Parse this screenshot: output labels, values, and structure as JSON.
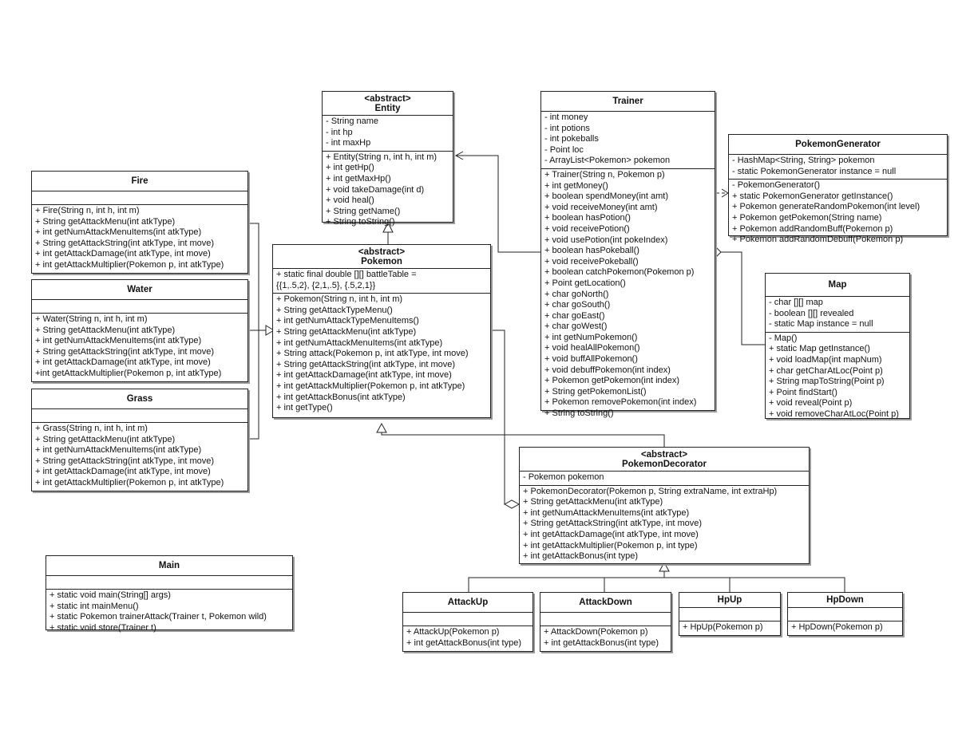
{
  "classes": {
    "entity": {
      "stereotype": "<abstract>",
      "name": "Entity",
      "attributes": [
        "- String name",
        "- int hp",
        "- int maxHp"
      ],
      "methods": [
        "+ Entity(String n, int h, int m)",
        "+ int getHp()",
        "+ int getMaxHp()",
        "+ void takeDamage(int d)",
        "+ void heal()",
        "+ String getName()",
        "+ String toString()"
      ]
    },
    "trainer": {
      "stereotype": "",
      "name": "Trainer",
      "attributes": [
        "- int money",
        "- int potions",
        "- int pokeballs",
        "- Point loc",
        "- ArrayList<Pokemon> pokemon"
      ],
      "methods": [
        "+ Trainer(String n, Pokemon p)",
        "+ int getMoney()",
        "+ boolean spendMoney(int amt)",
        "+ void receiveMoney(int amt)",
        "+ boolean hasPotion()",
        "+ void receivePotion()",
        "+ void usePotion(int pokeIndex)",
        "+ boolean hasPokeball()",
        "+ void receivePokeball()",
        "+ boolean catchPokemon(Pokemon p)",
        "+ Point getLocation()",
        "+ char goNorth()",
        "+ char goSouth()",
        "+ char goEast()",
        "+ char goWest()",
        "+ int getNumPokemon()",
        "+ void healAllPokemon()",
        "+ void buffAllPokemon()",
        "+ void debuffPokemon(int index)",
        "+ Pokemon getPokemon(int index)",
        "+ String getPokemonList()",
        "+ Pokemon removePokemon(int index)",
        "+ String toString()"
      ]
    },
    "generator": {
      "stereotype": "",
      "name": "PokemonGenerator",
      "attributes": [
        "- HashMap<String, String> pokemon",
        "- static PokemonGenerator instance = null"
      ],
      "methods": [
        "- PokemonGenerator()",
        "+ static PokemonGenerator getInstance()",
        "+ Pokemon generateRandomPokemon(int level)",
        "+ Pokemon getPokemon(String name)",
        "+ Pokemon addRandomBuff(Pokemon p)",
        "+ Pokemon addRandomDebuff(Pokemon p)"
      ]
    },
    "map": {
      "stereotype": "",
      "name": "Map",
      "attributes": [
        "- char [][] map",
        "- boolean [][] revealed",
        "- static Map instance = null"
      ],
      "methods": [
        "- Map()",
        "+ static Map getInstance()",
        "+ void loadMap(int mapNum)",
        "+ char getCharAtLoc(Point p)",
        "+ String mapToString(Point p)",
        "+ Point findStart()",
        "+ void reveal(Point p)",
        "+ void removeCharAtLoc(Point p)"
      ]
    },
    "fire": {
      "stereotype": "",
      "name": "Fire",
      "attributes": [],
      "methods": [
        "+ Fire(String n, int h, int m)",
        "+ String getAttackMenu(int atkType)",
        "+ int getNumAttackMenuItems(int atkType)",
        "+ String getAttackString(int atkType, int move)",
        "+ int getAttackDamage(int atkType, int move)",
        "+ int getAttackMultiplier(Pokemon p, int atkType)"
      ]
    },
    "water": {
      "stereotype": "",
      "name": "Water",
      "attributes": [],
      "methods": [
        "+ Water(String n, int h, int m)",
        "+ String getAttackMenu(int atkType)",
        "+ int getNumAttackMenuItems(int atkType)",
        "+ String getAttackString(int atkType, int move)",
        "+ int getAttackDamage(int atkType, int move)",
        "+int getAttackMultiplier(Pokemon p, int atkType)"
      ]
    },
    "grass": {
      "stereotype": "",
      "name": "Grass",
      "attributes": [],
      "methods": [
        "+ Grass(String n, int h, int m)",
        "+ String getAttackMenu(int atkType)",
        "+ int getNumAttackMenuItems(int atkType)",
        "+ String getAttackString(int atkType, int move)",
        "+ int getAttackDamage(int atkType, int move)",
        "+ int getAttackMultiplier(Pokemon p, int atkType)"
      ]
    },
    "pokemon": {
      "stereotype": "<abstract>",
      "name": "Pokemon",
      "attributes": [
        "+ static final double [][] battleTable =",
        "{{1,.5,2}, {2,1,.5}, {.5,2,1}}"
      ],
      "methods": [
        "+ Pokemon(String n, int h, int m)",
        "+ String getAttackTypeMenu()",
        "+ int getNumAttackTypeMenuItems()",
        "+ String getAttackMenu(int atkType)",
        "+ int getNumAttackMenuItems(int atkType)",
        "+ String attack(Pokemon p, int atkType, int move)",
        "+ String getAttackString(int atkType, int move)",
        "+ int getAttackDamage(int atkType, int move)",
        "+ int getAttackMultiplier(Pokemon p, int atkType)",
        "+ int getAttackBonus(int atkType)",
        "+ int getType()"
      ]
    },
    "decorator": {
      "stereotype": "<abstract>",
      "name": "PokemonDecorator",
      "attributes": [
        "- Pokemon pokemon"
      ],
      "methods": [
        "+ PokemonDecorator(Pokemon p, String extraName, int extraHp)",
        "+ String getAttackMenu(int atkType)",
        "+ int getNumAttackMenuItems(int atkType)",
        "+ String getAttackString(int atkType, int move)",
        "+ int getAttackDamage(int atkType, int move)",
        "+ int getAttackMultiplier(Pokemon p, int type)",
        "+ int getAttackBonus(int type)"
      ]
    },
    "main": {
      "stereotype": "",
      "name": "Main",
      "attributes": [],
      "methods": [
        "+ static void main(String[] args)",
        "+ static int mainMenu()",
        "+ static Pokemon trainerAttack(Trainer t, Pokemon wild)",
        "+ static void store(Trainer t)"
      ]
    },
    "attackup": {
      "stereotype": "",
      "name": "AttackUp",
      "attributes": [],
      "methods": [
        "+ AttackUp(Pokemon p)",
        "+ int getAttackBonus(int type)"
      ]
    },
    "attackdown": {
      "stereotype": "",
      "name": "AttackDown",
      "attributes": [],
      "methods": [
        "+ AttackDown(Pokemon p)",
        "+ int getAttackBonus(int type)"
      ]
    },
    "hpup": {
      "stereotype": "",
      "name": "HpUp",
      "attributes": [],
      "methods": [
        "+ HpUp(Pokemon p)"
      ]
    },
    "hpdown": {
      "stereotype": "",
      "name": "HpDown",
      "attributes": [],
      "methods": [
        "+ HpDown(Pokemon p)"
      ]
    }
  }
}
